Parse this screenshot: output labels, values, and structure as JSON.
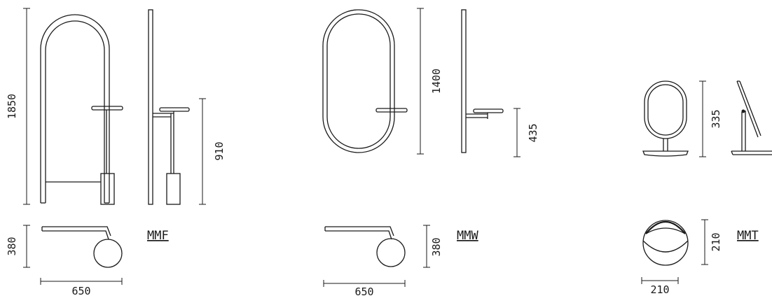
{
  "products": {
    "mmf": {
      "name": "MMF",
      "height": "1850",
      "shelf_height": "910",
      "depth": "380",
      "width": "650"
    },
    "mmw": {
      "name": "MMW",
      "height": "1400",
      "shelf_height": "435",
      "depth": "380",
      "width": "650"
    },
    "mmt": {
      "name": "MMT",
      "height": "335",
      "depth": "210",
      "width": "210"
    }
  }
}
